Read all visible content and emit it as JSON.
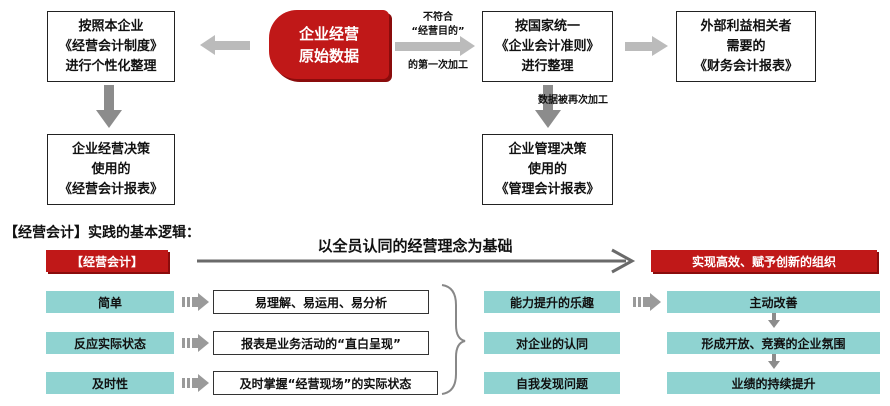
{
  "top": {
    "left_box": [
      "按照本企业",
      "《经营会计制度》",
      "进行个性化整理"
    ],
    "center_box": [
      "企业经营",
      "原始数据"
    ],
    "center_note": [
      "不符合",
      "“经营目的”",
      "的第一次加工"
    ],
    "right_box": [
      "按国家统一",
      "《企业会计准则》",
      "进行整理"
    ],
    "far_right_box": [
      "外部利益相关者",
      "需要的",
      "《财务会计报表》"
    ],
    "lower_left_box": [
      "企业经营决策",
      "使用的",
      "《经营会计报表》"
    ],
    "lower_right_box": [
      "企业管理决策",
      "使用的",
      "《管理会计报表》"
    ],
    "lower_right_note": "数据被再次加工"
  },
  "bottom": {
    "heading": "【经营会计】实践的基本逻辑：",
    "banner": "以全员认同的经营理念为基础",
    "left_red": "【经营会计】",
    "right_red": "实现高效、赋予创新的组织",
    "left_items": [
      "简单",
      "反应实际状态",
      "及时性"
    ],
    "left_details": [
      "易理解、易运用、易分析",
      "报表是业务活动的“直白呈现”",
      "及时掌握“经营现场”的实际状态"
    ],
    "middle_items": [
      "能力提升的乐趣",
      "对企业的认同",
      "自我发现问题"
    ],
    "right_items": [
      "主动改善",
      "形成开放、竞赛的企业氛围",
      "业绩的持续提升"
    ]
  },
  "colors": {
    "red": "#c01818",
    "teal": "#8fd3d1",
    "arrow_gray": "#bbbbbb"
  }
}
